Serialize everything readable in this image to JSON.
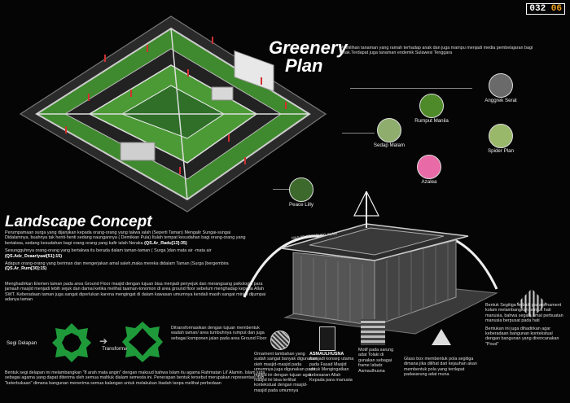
{
  "page": {
    "number_prefix": "032",
    "number_suffix": "06"
  },
  "greenery": {
    "title_line1": "Greenery",
    "title_line2": "Plan",
    "description": "Pemilihan tanaman yang ramah terhadap anak dan juga mampu menjadi media pembelajaran bagi anak.Terdapat juga tanaman endemik Sulawesi Tenggara"
  },
  "plants": [
    {
      "name": "Anggrek Serat",
      "color": "#6a6a6a"
    },
    {
      "name": "Rumput Manila",
      "color": "#4f8a2a"
    },
    {
      "name": "Sedap Malam",
      "color": "#8fae6e"
    },
    {
      "name": "Spider Plan",
      "color": "#9ab86a"
    },
    {
      "name": "Azalea",
      "color": "#e86aa6"
    },
    {
      "name": "Peace Lilly",
      "color": "#3d6a2c"
    }
  ],
  "landscape": {
    "title": "Landscape Concept",
    "p1": "Perumpamaan surga yang dijanjikan kepada orang-orang yang takwa ialah (Seperti Taman) Mengalir Sungai-sungai Didalamnya, buahnya tak henti-henti sedang naungannya ( Demikian Pula) Itulah tempat kesudahan bagi orang-orang yang bertakwa, sedang kesudahan bagi orang-orang yang kafir ialah Neraka",
    "p1_ref": "(QS.Ar_Radu[13]:35)",
    "p2": "Sesungguhnya orang-orang yang bertakwa itu berada dalam taman-taman ( Surga )dan mata air -mata air",
    "p2_ref": "(QS.Adz_Dzaariyaat[51]:15)",
    "p3": "Adapun orang-orang yang beriman dan mengerjakan amal saleh,maka mereka didalam Taman (Surga )bergembira",
    "p3_ref": "(QS.Ar_Rum[30]:15)",
    "p4": "Menghadirkan Elemen taman pada area Ground Floor masjid dengan tujuan bisa menjadi penyejuk dan merangsang psikologis para jamaah masjid menjadi lebih sejuk dan damai ketika melihat taaman-tonomon di area ground floor sebelum menghadap kepada Allah SWT. Keberadaan taman juga sangat diperlukan karena mengingat di dalam kawasan umumnya kendali masih sangat minim dijumpai adanya taman",
    "segi_delapan": "Segi Delapan",
    "transformasi": "Transformasi",
    "transform_desc": "Ditransformasikan dengan tujuan membentuk wadah taman/ area tumbuhnya rumput dan juga sebagai komponen jalan pada area Ground Floor",
    "p5": "Bentuk segi delapan ini melambangkan \"8 arah mata angin\" dengan maksud bahwa Islam itu agama Rahmatan Lil' Alamin. Islam juga sebagai agama yang dapat diterima oleh semua mahluk dialam semesta ini. Penerapan bentuk tersebut merupakan representasi dari \"keterbukaan\" dimana bangunan menerima semua kalangan untuk melakukan ibadah tanpa melihat perbedaan"
  },
  "building": {
    "sign_text": "MASJID TERAPUNG ALAM"
  },
  "annotations": {
    "ornament": "Ornament tambahan yang sudah sangat banyak digunakan oleh masjid-masjid pada umumnya juga digunakan pada masjid ini dengan tujuan agar masjid ini bisa terlihat kontekstual dengan masjid-masjid pada umumnya",
    "asmaul_title": "ASMAULHUSNA",
    "asmaul": "menjadi konsep utama pada Fasad Masjid untuk Mengingatkan kebesaran Allah Kepada para manusia",
    "motif": "Motif pada sarung adat Tolaki di gunakan sebagai frame lafadz Asmaulhusna",
    "glass": "Glass box membentuk pola segitiga dimana jika dilihat dari kejauhan akan membentuk pola yang terdapat padasarung adat muna",
    "segitiga": "Bentuk Segitiga terbaik pada ornament kolam melambangkan bentuk hati manusia, bahwa segala amal perbuatan manusia berpusat pada hati",
    "segitiga2": "Bentukan ini juga dihadirkan agar keberadaan bangunan kontekstual dengan bangunan yang direncanakan \"Poud\""
  }
}
